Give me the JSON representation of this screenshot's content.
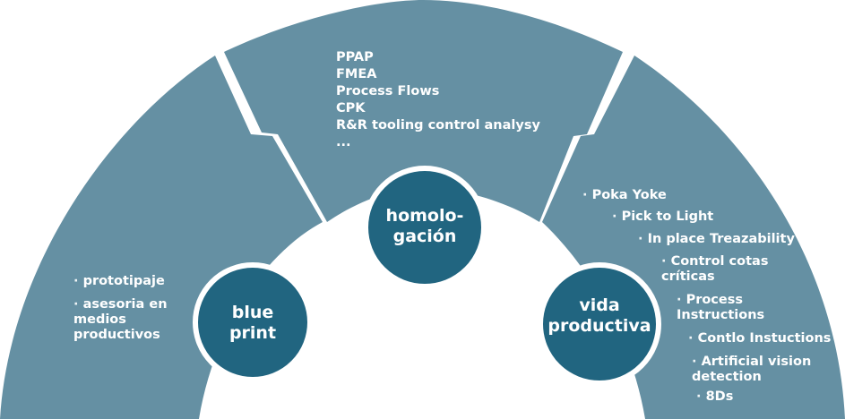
{
  "colors": {
    "segment": "#6590a3",
    "circle": "#216580",
    "circle_stroke": "#ffffff",
    "text": "#ffffff",
    "background": "#ffffff"
  },
  "segments": {
    "left": {
      "items": [
        "prototipaje",
        "asesoria en medios productivos"
      ]
    },
    "top": {
      "items": [
        "PPAP",
        "FMEA",
        "Process Flows",
        "CPK",
        "R&R tooling control analysy",
        "..."
      ]
    },
    "right": {
      "items": [
        "Poka Yoke",
        "Pick to Light",
        "In place Treazability",
        "Control cotas críticas",
        "Process Instructions",
        "Contlo Instuctions",
        "Artificial vision detection",
        "8Ds"
      ]
    }
  },
  "circles": {
    "blueprint": {
      "line1": "blue",
      "line2": "print"
    },
    "homologacion": {
      "line1": "homolo-",
      "line2": "gación"
    },
    "vida": {
      "line1": "vida",
      "line2": "productiva"
    }
  },
  "icons": {
    "bullet": "bullet-dot-icon"
  }
}
